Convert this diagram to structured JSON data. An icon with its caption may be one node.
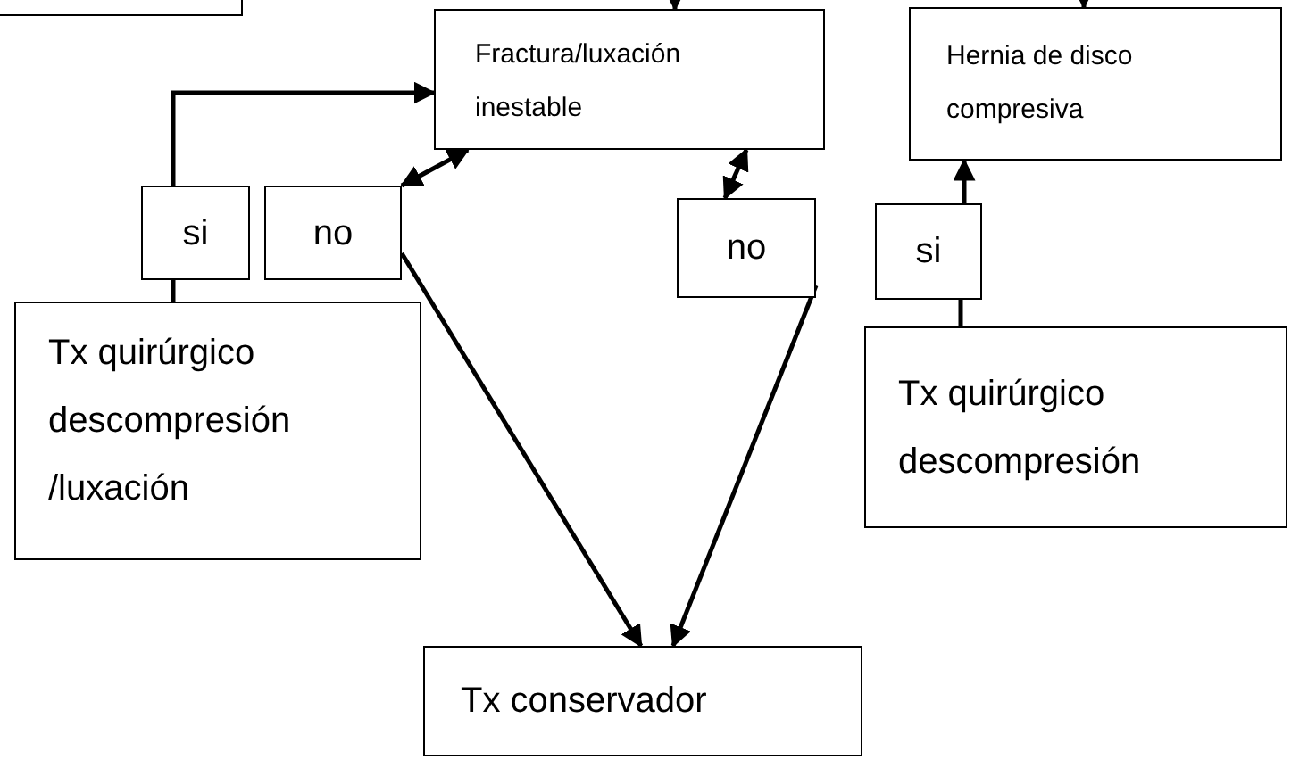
{
  "diagram": {
    "nodes": [
      {
        "text": [],
        "shape": "box"
      },
      {
        "text": [
          "Fractura/luxación inestable"
        ]
      },
      {
        "text": [
          "Hernia de disco compresiva"
        ]
      },
      {
        "text": [
          "si"
        ]
      },
      {
        "text": [
          "no"
        ]
      },
      {
        "text": [
          "no"
        ]
      },
      {
        "text": [
          "si"
        ]
      },
      {
        "text": [
          "Tx quirúrgico descompresión /luxación"
        ]
      },
      {
        "text": [
          "Tx quirúrgico descompresión"
        ]
      },
      {
        "text": [
          "Tx conservador"
        ]
      }
    ],
    "edges": [
      {
        "from": null,
        "to": 1,
        "arrow": "to"
      },
      {
        "from": null,
        "to": 2,
        "arrow": "to"
      },
      {
        "from": 3,
        "to": 1,
        "arrow": "to"
      },
      {
        "from": 4,
        "to": 1,
        "arrow": "both"
      },
      {
        "from": 5,
        "to": 1,
        "arrow": "both"
      },
      {
        "from": 6,
        "to": 2,
        "arrow": "to"
      },
      {
        "from": 7,
        "to": 3,
        "arrow": "none"
      },
      {
        "from": 8,
        "to": 6,
        "arrow": "none"
      },
      {
        "from": 4,
        "to": 9,
        "arrow": "to"
      },
      {
        "from": 5,
        "to": 9,
        "arrow": "to"
      }
    ]
  }
}
